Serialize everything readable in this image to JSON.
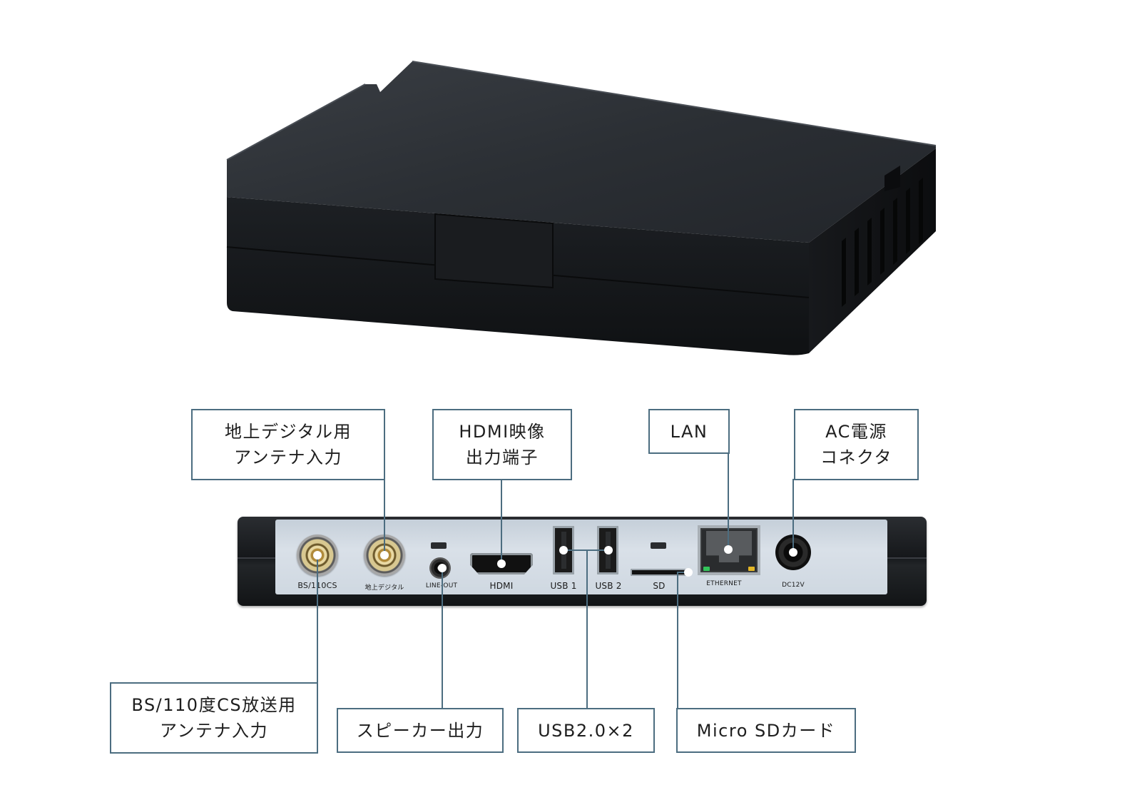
{
  "callouts": {
    "terrestrial_antenna": "地上デジタル用\nアンテナ入力",
    "hdmi_output": "HDMI映像\n出力端子",
    "lan": "LAN",
    "ac_power": "AC電源\nコネクタ",
    "bs_cs_antenna": "BS/110度CS放送用\nアンテナ入力",
    "speaker_output": "スピーカー出力",
    "usb": "USB2.0×2",
    "micro_sd": "Micro SDカード"
  },
  "port_labels": {
    "bs_110cs": "BS/110CS",
    "terrestrial": "地上デジタル",
    "line_out": "LINE-OUT",
    "hdmi": "HDMI",
    "usb1": "USB 1",
    "usb2": "USB 2",
    "sd": "SD",
    "ethernet": "ETHERNET",
    "dc12v": "DC12V"
  },
  "colors": {
    "callout_border": "#4c6d80",
    "device_body": "#25282c",
    "port_plate": "#d3dbe3"
  }
}
